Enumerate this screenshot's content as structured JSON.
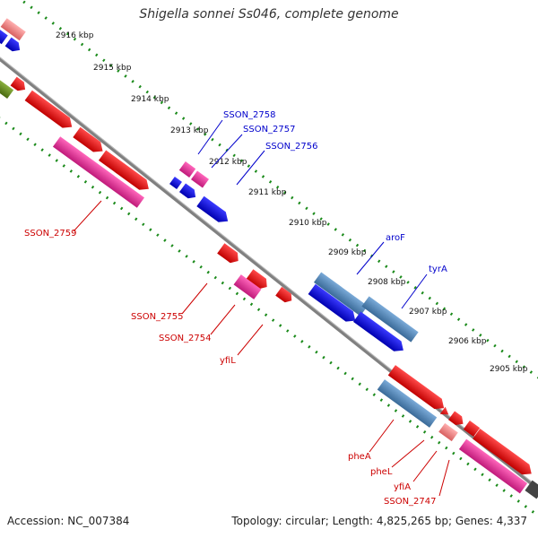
{
  "title": "Shigella sonnei Ss046, complete genome",
  "footer": {
    "accession": "Accession: NC_007384",
    "topology": "Topology: circular; Length: 4,825,265 bp; Genes: 4,337"
  },
  "colors": {
    "red": "#e60000",
    "pink": "#e8309a",
    "salmon": "#f08080",
    "blue": "#0000e0",
    "steel": "#4a7fb0",
    "olive": "#6a8a20",
    "backbone": "#808080",
    "dots_green": "#1a8a1a",
    "label_red": "#cc0000",
    "label_blue": "#0000cc"
  },
  "kbp_ticks": [
    "2916 kbp",
    "2915 kbp",
    "2914 kbp",
    "2913 kbp",
    "2912 kbp",
    "2911 kbp",
    "2910 kbp",
    "2909 kbp",
    "2908 kbp",
    "2907 kbp",
    "2906 kbp",
    "2905 kbp"
  ],
  "gene_labels": [
    {
      "text": "SSON_2758",
      "color": "blue"
    },
    {
      "text": "SSON_2757",
      "color": "blue"
    },
    {
      "text": "SSON_2756",
      "color": "blue"
    },
    {
      "text": "SSON_2759",
      "color": "red"
    },
    {
      "text": "aroF",
      "color": "blue"
    },
    {
      "text": "tyrA",
      "color": "blue"
    },
    {
      "text": "SSON_2755",
      "color": "red"
    },
    {
      "text": "SSON_2754",
      "color": "red"
    },
    {
      "text": "yfiL",
      "color": "red"
    },
    {
      "text": "pheA",
      "color": "red"
    },
    {
      "text": "pheL",
      "color": "red"
    },
    {
      "text": "yfiA",
      "color": "red"
    },
    {
      "text": "SSON_2747",
      "color": "red"
    }
  ]
}
